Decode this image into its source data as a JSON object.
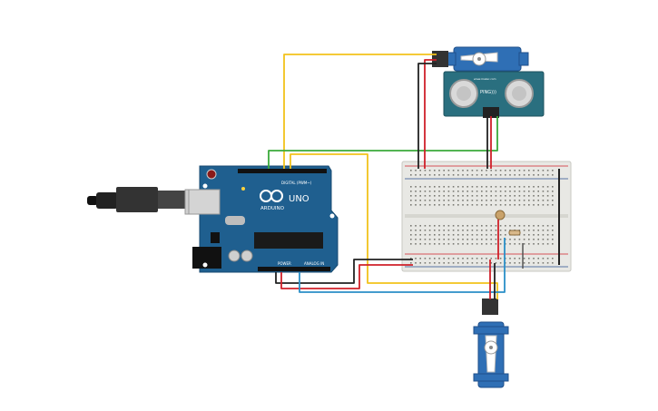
{
  "colors": {
    "arduino_blue": "#1f5f8f",
    "servo_blue": "#2f6fb5",
    "sensor_teal": "#2a6f7f",
    "breadboard": "#e8e8e4",
    "wire_red": "#d0202a",
    "wire_black": "#222222",
    "wire_yellow": "#f2c21b",
    "wire_green": "#3aaa3a",
    "wire_blue": "#2a8fc8"
  },
  "arduino": {
    "logo": "ARDUINO",
    "model": "UNO",
    "digital_label": "DIGITAL (PWM~)",
    "power_label": "POWER",
    "analog_label": "ANALOG IN"
  },
  "sensor": {
    "name": "PING)))",
    "small_text": "www.maker.com"
  }
}
